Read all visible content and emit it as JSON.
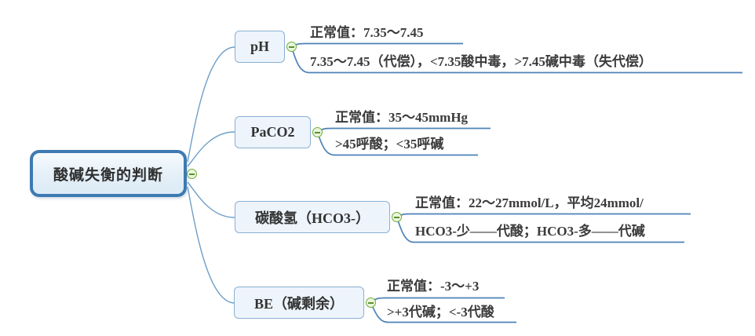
{
  "mindmap": {
    "root": {
      "label": "酸碱失衡的判断"
    },
    "branches": [
      {
        "label": "pH",
        "leaves": [
          "正常值：7.35～7.45",
          "7.35～7.45（代偿），<7.35酸中毒，>7.45碱中毒（失代偿）"
        ]
      },
      {
        "label": "PaCO2",
        "leaves": [
          "正常值：35～45mmHg",
          ">45呼酸；<35呼碱"
        ]
      },
      {
        "label": "碳酸氢（HCO3-）",
        "leaves": [
          "正常值：22～27mmol/L，平均24mmol/",
          "HCO3-少——代酸；HCO3-多——代碱"
        ]
      },
      {
        "label": "BE（碱剩余）",
        "leaves": [
          "正常值：-3～+3",
          ">+3代碱；<-3代酸"
        ]
      }
    ],
    "colors": {
      "root_border": "#3d7ab2",
      "node_border": "#8ab0d4",
      "node_fill": "#edf4fb",
      "connector": "#6f9fc8",
      "underline": "#4d82b8",
      "collapse_border": "#6faa3c",
      "collapse_fill": "#e9f6dc",
      "text": "#3b3b3b"
    },
    "icons": {
      "collapse": "minus-circle-icon"
    }
  }
}
